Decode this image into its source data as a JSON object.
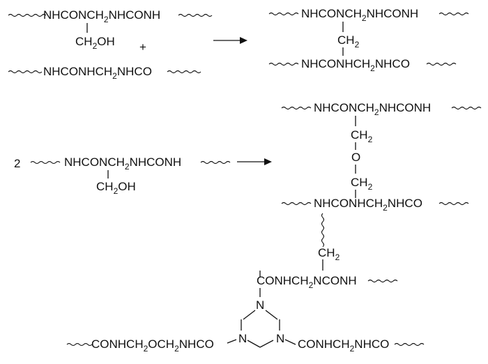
{
  "scheme": {
    "reaction1": {
      "reactant_a": "NHCONCH₂NHCONH",
      "reactant_a_branch": "CH₂OH",
      "plus": "+",
      "reactant_b": "NHCONHCH₂NHCO",
      "product_top": "NHCONCH₂NHCONH",
      "product_bridge": "CH₂",
      "product_bottom": "NHCONHCH₂NHCO"
    },
    "reaction2": {
      "coefficient": "2",
      "reactant": "NHCONCH₂NHCONH",
      "reactant_branch": "CH₂OH",
      "product_top": "NHCONCH₂NHCONH",
      "bridge_ch2_upper": "CH₂",
      "bridge_o": "O",
      "bridge_ch2_lower": "CH₂",
      "product_bottom": "NHCONHCH₂NHCO"
    },
    "network": {
      "ch2_link": "CH₂",
      "upper_chain": "CONHCH₂NCONH",
      "ring_n_top": "N",
      "ring_n_left": "N",
      "ring_n_right": "N",
      "left_chain": "CONHCH₂OCH₂NHCO",
      "right_chain": "CONHCH₂NHCO"
    }
  }
}
